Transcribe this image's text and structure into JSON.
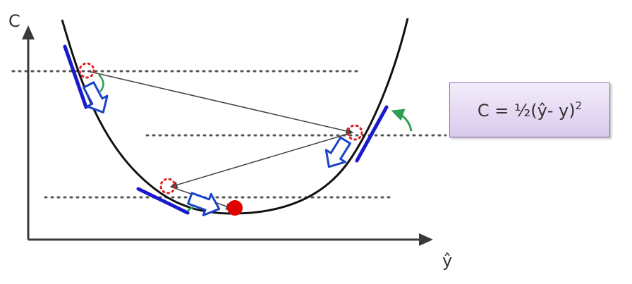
{
  "axes": {
    "y_label": "C",
    "x_label": "ŷ"
  },
  "formula": {
    "text": "C = ½(ŷ- y)",
    "exponent": "2"
  },
  "colors": {
    "curve": "#111111",
    "tangent": "#1a1acc",
    "arrow_outline": "#1a44c8",
    "rotation_arrow": "#2aa050",
    "ball": "#e00000",
    "guide_dots": "#555555",
    "jump_line": "#444444",
    "box_border": "#8a6fb0"
  },
  "icons": {
    "ball": "red-ball-icon",
    "step_arrows": "hollow-block-arrow-icon",
    "rotation": "curved-arrow-icon"
  }
}
